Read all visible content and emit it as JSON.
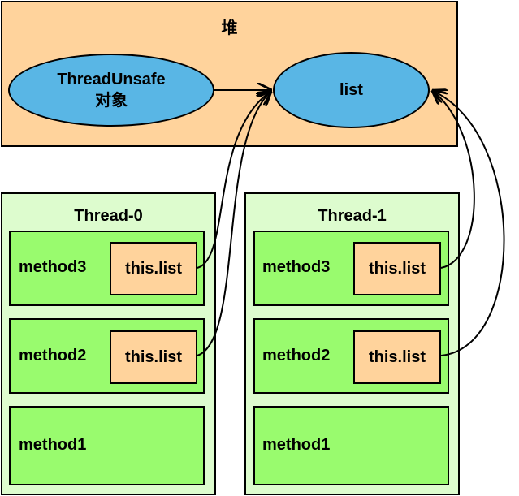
{
  "heap": {
    "title": "堆"
  },
  "objects": {
    "thread_unsafe": {
      "line1": "ThreadUnsafe",
      "line2": "对象"
    },
    "list": "list"
  },
  "threads": [
    {
      "title": "Thread-0",
      "frames": [
        {
          "method": "method3",
          "ref": "this.list"
        },
        {
          "method": "method2",
          "ref": "this.list"
        },
        {
          "method": "method1"
        }
      ]
    },
    {
      "title": "Thread-1",
      "frames": [
        {
          "method": "method3",
          "ref": "this.list"
        },
        {
          "method": "method2",
          "ref": "this.list"
        },
        {
          "method": "method1"
        }
      ]
    }
  ],
  "colors": {
    "heap": "#ffd39c",
    "object": "#59b6e5",
    "thread": "#ddfcce",
    "frame": "#99fb6e",
    "reference": "#ffd39c"
  }
}
